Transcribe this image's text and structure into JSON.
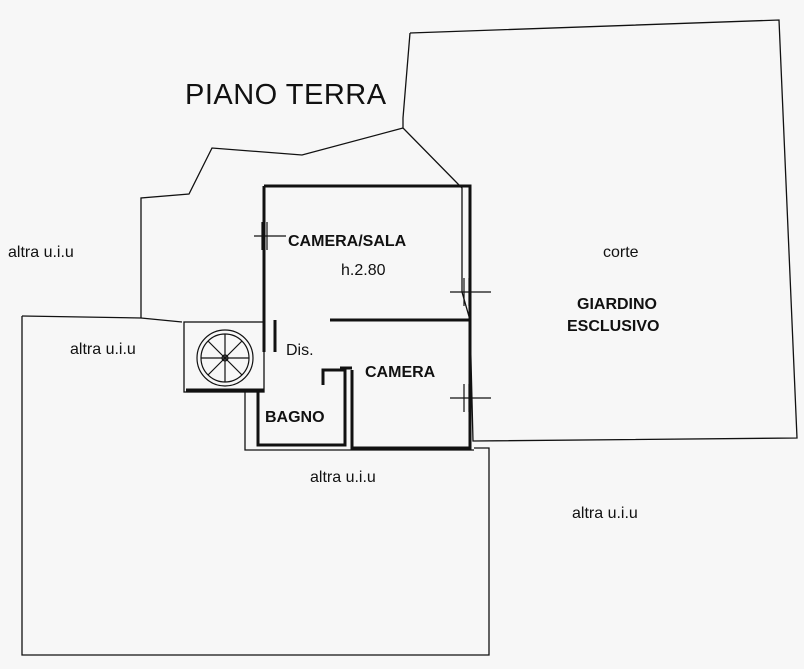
{
  "title": "PIANO TERRA",
  "rooms": {
    "camera_sala": "CAMERA/SALA",
    "height": "h.2.80",
    "camera": "CAMERA",
    "bagno": "BAGNO",
    "disimpegno": "Dis."
  },
  "outdoor": {
    "corte": "corte",
    "giardino_line1": "GIARDINO",
    "giardino_line2": "ESCLUSIVO"
  },
  "neighbors": {
    "left_top": "altra u.i.u",
    "left_mid": "altra u.i.u",
    "bottom_center": "altra u.i.u",
    "bottom_right": "altra u.i.u"
  },
  "colors": {
    "ink": "#111111",
    "paper": "#f7f7f7"
  }
}
